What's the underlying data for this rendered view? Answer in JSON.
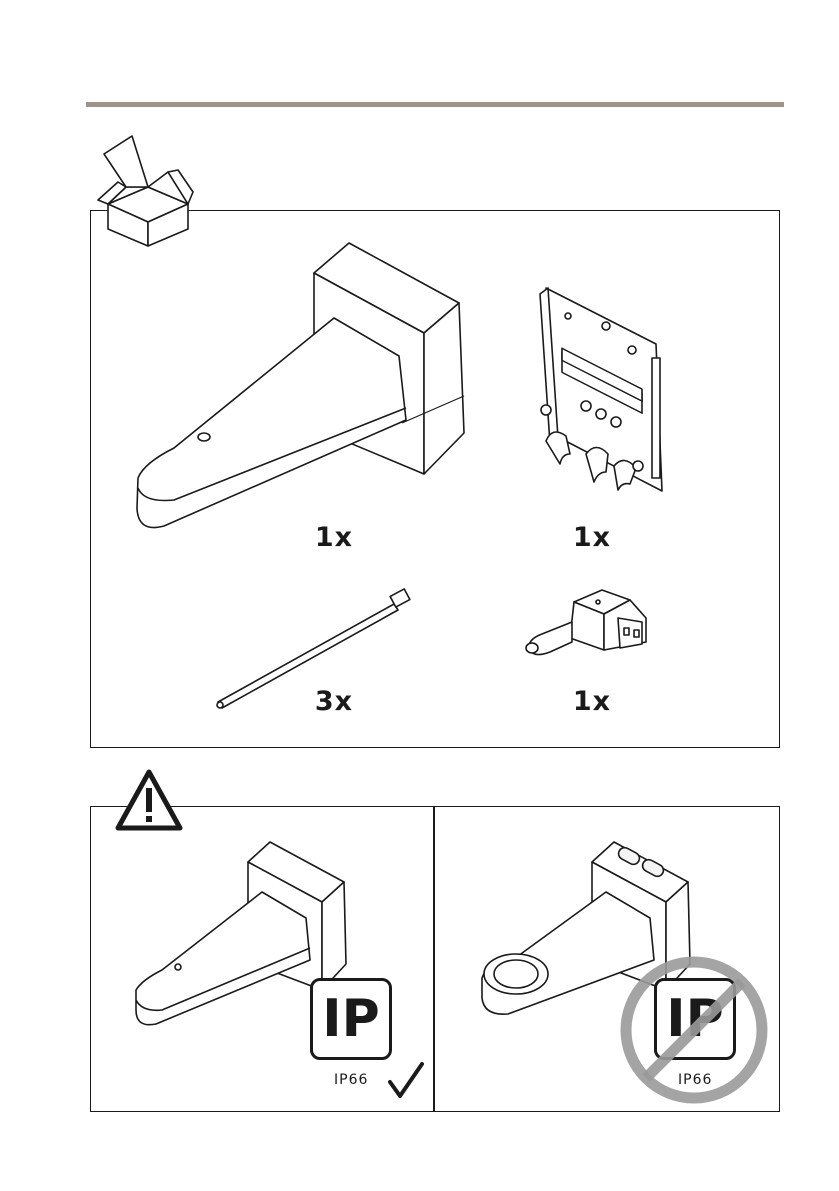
{
  "colors": {
    "rule": "#a0948a",
    "line": "#1a1a1a",
    "prohibited": "#9a9a9a"
  },
  "contents": {
    "icon": "open-box-icon",
    "items": [
      {
        "name": "wall-mount-bracket",
        "qty": "1x"
      },
      {
        "name": "mounting-plate",
        "qty": "1x"
      },
      {
        "name": "cable-tie",
        "qty": "3x"
      },
      {
        "name": "power-connector",
        "qty": "1x"
      }
    ]
  },
  "warning": {
    "icon": "warning-triangle-icon",
    "correct": {
      "badge": "IP",
      "rating": "IP66",
      "mark": "checkmark-icon"
    },
    "incorrect": {
      "badge": "IP",
      "rating": "IP66",
      "mark": "prohibited-icon"
    }
  }
}
